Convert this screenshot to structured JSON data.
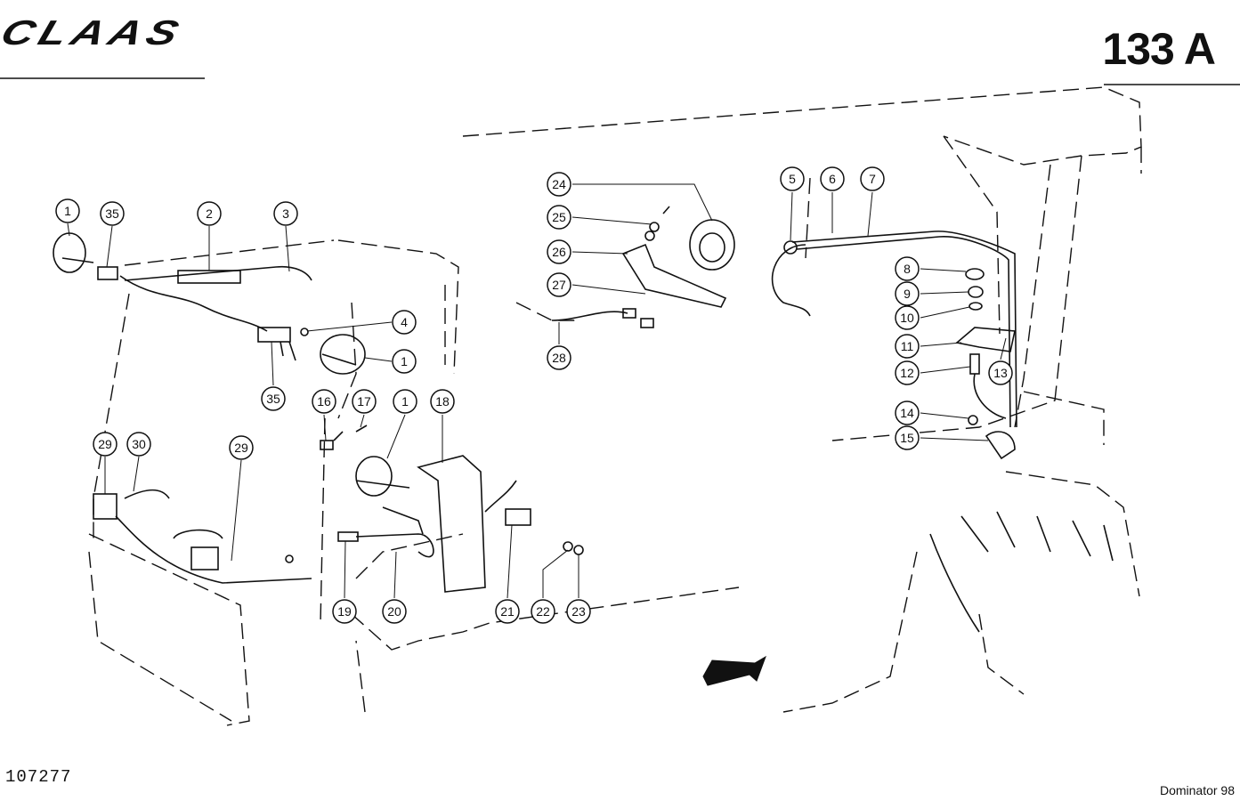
{
  "header": {
    "brand": "CLAAS",
    "page_code": "133 A"
  },
  "footer": {
    "drawing_number": "107277",
    "model": "Dominator 98"
  },
  "callouts": [
    {
      "label": "1"
    },
    {
      "label": "35"
    },
    {
      "label": "2"
    },
    {
      "label": "3"
    },
    {
      "label": "4"
    },
    {
      "label": "1"
    },
    {
      "label": "35"
    },
    {
      "label": "16"
    },
    {
      "label": "17"
    },
    {
      "label": "1"
    },
    {
      "label": "18"
    },
    {
      "label": "29"
    },
    {
      "label": "30"
    },
    {
      "label": "29"
    },
    {
      "label": "19"
    },
    {
      "label": "20"
    },
    {
      "label": "21"
    },
    {
      "label": "22"
    },
    {
      "label": "23"
    },
    {
      "label": "24"
    },
    {
      "label": "25"
    },
    {
      "label": "26"
    },
    {
      "label": "27"
    },
    {
      "label": "28"
    },
    {
      "label": "5"
    },
    {
      "label": "6"
    },
    {
      "label": "7"
    },
    {
      "label": "8"
    },
    {
      "label": "9"
    },
    {
      "label": "10"
    },
    {
      "label": "11"
    },
    {
      "label": "12"
    },
    {
      "label": "13"
    },
    {
      "label": "14"
    },
    {
      "label": "15"
    }
  ]
}
